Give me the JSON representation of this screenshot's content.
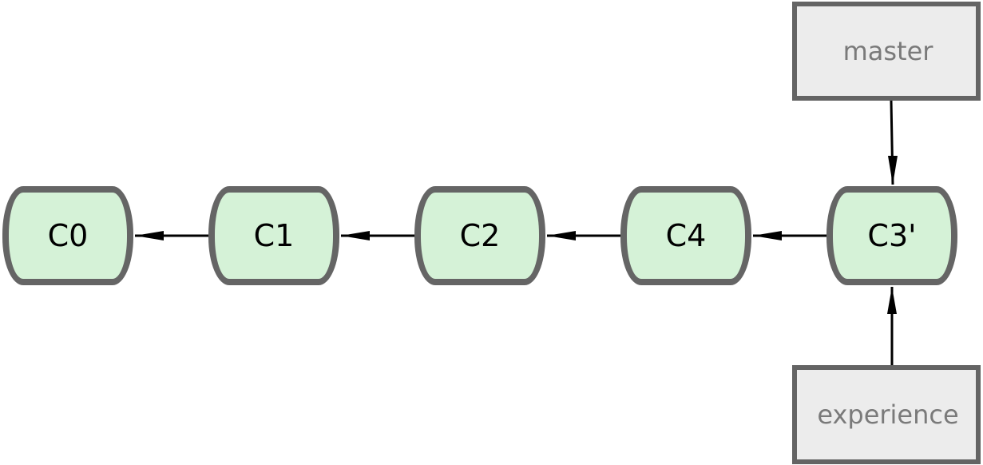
{
  "commits": [
    {
      "id": "c0",
      "label": "C0"
    },
    {
      "id": "c1",
      "label": "C1"
    },
    {
      "id": "c2",
      "label": "C2"
    },
    {
      "id": "c4",
      "label": "C4"
    },
    {
      "id": "c3p",
      "label": "C3'"
    }
  ],
  "refs": {
    "master": {
      "label": "master"
    },
    "experience": {
      "label": "experience"
    }
  },
  "edges": [
    {
      "from": "C1",
      "to": "C0"
    },
    {
      "from": "C2",
      "to": "C1"
    },
    {
      "from": "C4",
      "to": "C2"
    },
    {
      "from": "C3'",
      "to": "C4"
    },
    {
      "from": "master",
      "to": "C3'"
    },
    {
      "from": "experience",
      "to": "C3'"
    }
  ],
  "colors": {
    "commit_fill": "#d5f2d7",
    "commit_border": "#656565",
    "ref_fill": "#ececec",
    "ref_border": "#646464",
    "ref_text": "#7a7a7a",
    "arrow": "#000000"
  }
}
